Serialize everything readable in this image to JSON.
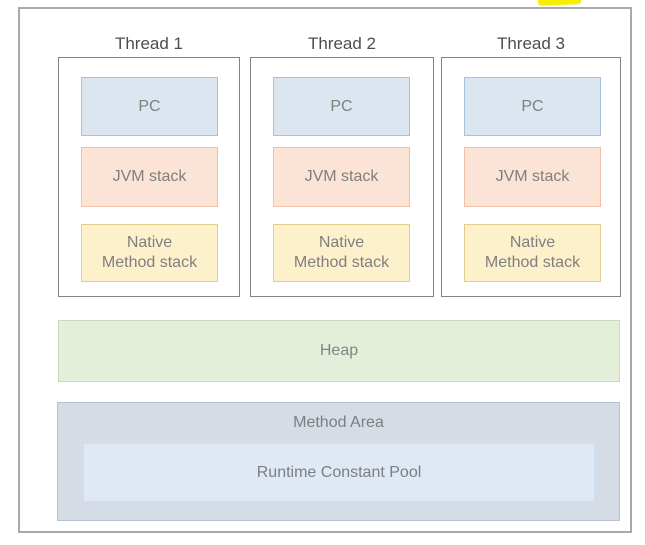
{
  "threads": [
    {
      "label": "Thread 1",
      "components": [
        {
          "name": "pc",
          "lines": [
            "PC"
          ]
        },
        {
          "name": "jvm-stack",
          "lines": [
            "JVM stack"
          ]
        },
        {
          "name": "native-method-stack",
          "lines": [
            "Native",
            "Method stack"
          ]
        }
      ]
    },
    {
      "label": "Thread 2",
      "components": [
        {
          "name": "pc",
          "lines": [
            "PC"
          ]
        },
        {
          "name": "jvm-stack",
          "lines": [
            "JVM stack"
          ]
        },
        {
          "name": "native-method-stack",
          "lines": [
            "Native",
            "Method stack"
          ]
        }
      ]
    },
    {
      "label": "Thread 3",
      "components": [
        {
          "name": "pc",
          "lines": [
            "PC"
          ]
        },
        {
          "name": "jvm-stack",
          "lines": [
            "JVM stack"
          ]
        },
        {
          "name": "native-method-stack",
          "lines": [
            "Native",
            "Method stack"
          ]
        }
      ]
    }
  ],
  "memory_areas": {
    "heap": {
      "label": "Heap"
    },
    "method_area": {
      "label": "Method Area",
      "runtime_constant_pool": {
        "label": "Runtime Constant Pool"
      }
    }
  },
  "colors": {
    "pc_fill": "#dce6f1",
    "pc_border": "#a9c2dc",
    "jvm_stack_fill": "#fbe3d5",
    "jvm_stack_border": "#eec0a8",
    "native_stack_fill": "#fdf1cb",
    "native_stack_border": "#e3cd8e",
    "heap_fill": "#e4efda",
    "heap_border": "#c8dcba",
    "method_area_fill": "#d5dce6",
    "method_area_border": "#b6c2d2",
    "constant_pool_fill": "#dfe9f5",
    "frame_border": "#a9a9a9",
    "thread_box_border": "#838383",
    "label_text": "#7f7f7f",
    "thread_label_text": "#4d4d4d",
    "highlight_mark": "#f7ef00"
  }
}
